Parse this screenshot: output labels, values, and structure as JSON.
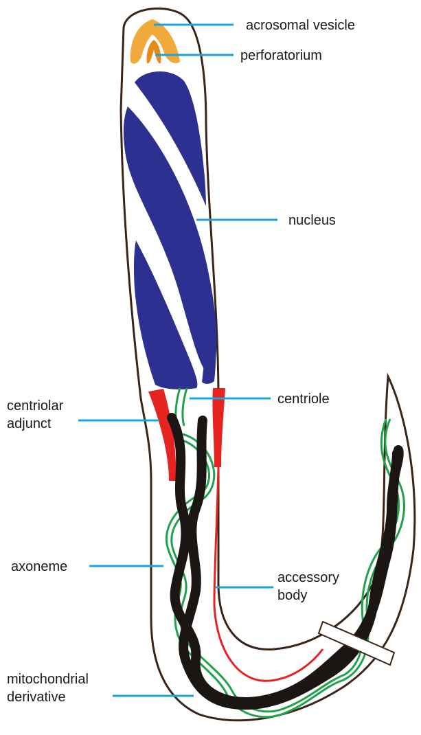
{
  "labels": {
    "acrosomal_vesicle": "acrosomal vesicle",
    "perforatorium": "perforatorium",
    "nucleus": "nucleus",
    "centriole": "centriole",
    "centriolar_adjunct_line1": "centriolar",
    "centriolar_adjunct_line2": "adjunct",
    "axoneme": "axoneme",
    "accessory_body_line1": "accessory",
    "accessory_body_line2": "body",
    "mitochondrial_derivative_line1": "mitochondrial",
    "mitochondrial_derivative_line2": "derivative"
  },
  "colors": {
    "outline": "#3a2417",
    "nucleus": "#2c3091",
    "acrosome": "#f2a93b",
    "centriolar_adjunct": "#e52421",
    "axoneme": "#1ea24a",
    "mitochondrial_derivative": "#1b1614",
    "leader_line": "#1aa3dd"
  }
}
